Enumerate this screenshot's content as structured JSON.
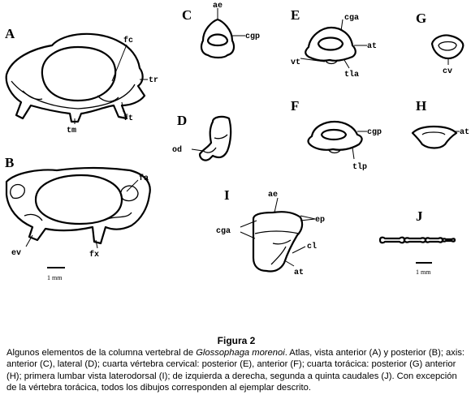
{
  "panels": {
    "A": {
      "letter": "A",
      "labels": {
        "fc": "fc",
        "tr": "tr",
        "ft": "ft",
        "tm": "tm"
      }
    },
    "B": {
      "letter": "B",
      "labels": {
        "fa": "fa",
        "ev": "ev",
        "fx": "fx"
      },
      "scale": "1 mm"
    },
    "C": {
      "letter": "C",
      "labels": {
        "ae": "ae",
        "cgp": "cgp"
      }
    },
    "D": {
      "letter": "D",
      "labels": {
        "od": "od"
      }
    },
    "E": {
      "letter": "E",
      "labels": {
        "cga": "cga",
        "at": "at",
        "vt": "vt",
        "tla": "tla"
      }
    },
    "F": {
      "letter": "F",
      "labels": {
        "cgp": "cgp",
        "tlp": "tlp"
      }
    },
    "G": {
      "letter": "G",
      "labels": {
        "cv": "cv"
      }
    },
    "H": {
      "letter": "H",
      "labels": {
        "at": "at"
      }
    },
    "I": {
      "letter": "I",
      "labels": {
        "ae": "ae",
        "ep": "ep",
        "cga": "cga",
        "cl": "cl",
        "at": "at"
      }
    },
    "J": {
      "letter": "J",
      "scale": "1 mm"
    }
  },
  "caption": {
    "title": "Figura 2",
    "text_pre": "Algunos elementos de la columna vertebral de ",
    "species": "Glossophaga morenoi",
    "text_post": ".  Atlas, vista anterior (A) y posterior (B); axis: anterior (C), lateral (D); cuarta vértebra cervical: posterior (E), anterior (F); cuarta torácica: posterior (G) anterior (H); primera lumbar vista laterodorsal (I); de izquierda a derecha, segunda a quinta caudales (J). Con excepción de la vértebra torácica, todos los dibujos corresponden al ejemplar descrito."
  }
}
